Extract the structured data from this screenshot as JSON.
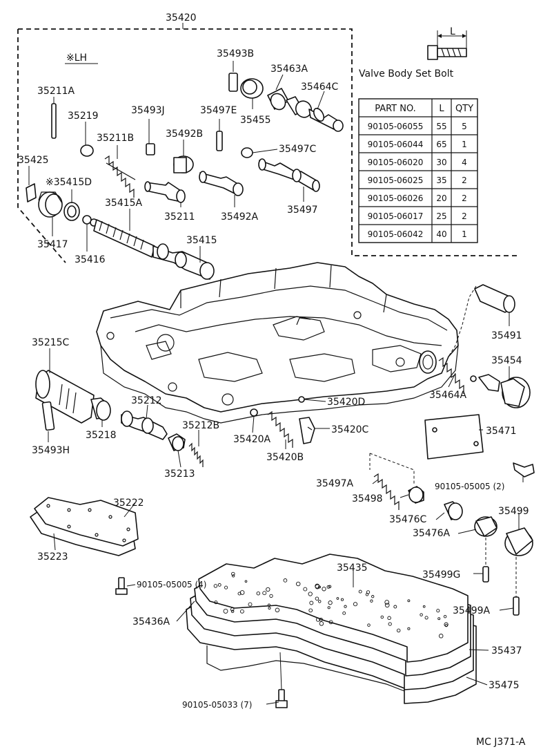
{
  "diagram": {
    "assembly_number": "35420",
    "lh_note": "※LH",
    "bolt_caption": "Valve Body Set Bolt",
    "bolt_dimension_label": "L",
    "drawing_code": "MC  J371-A",
    "bolt_table": {
      "headers": [
        "PART  NO.",
        "L",
        "QTY"
      ],
      "rows": [
        [
          "90105-06055",
          "55",
          "5"
        ],
        [
          "90105-06044",
          "65",
          "1"
        ],
        [
          "90105-06020",
          "30",
          "4"
        ],
        [
          "90105-06025",
          "35",
          "2"
        ],
        [
          "90105-06026",
          "20",
          "2"
        ],
        [
          "90105-06017",
          "25",
          "2"
        ],
        [
          "90105-06042",
          "40",
          "1"
        ]
      ]
    },
    "callouts": {
      "p35493B": "35493B",
      "p35463A": "35463A",
      "p35464C": "35464C",
      "p35455": "35455",
      "p35211A": "35211A",
      "p35219": "35219",
      "p35493J": "35493J",
      "p35497E": "35497E",
      "p35211B": "35211B",
      "p35492B": "35492B",
      "p35497C": "35497C",
      "p35425": "35425",
      "p35415D": "※35415D",
      "p35415A": "35415A",
      "p35211": "35211",
      "p35492A": "35492A",
      "p35497": "35497",
      "p35417": "35417",
      "p35416": "35416",
      "p35415": "35415",
      "p35491": "35491",
      "p35215C": "35215C",
      "p35454": "35454",
      "p35464A": "35464A",
      "p35212": "35212",
      "p35420D": "35420D",
      "p35218": "35218",
      "p35212B": "35212B",
      "p35420C": "35420C",
      "p35493H": "35493H",
      "p35420A": "35420A",
      "p35471": "35471",
      "p35213": "35213",
      "p35420B": "35420B",
      "p90105_05005_2": "90105-05005 (2)",
      "p35497A": "35497A",
      "p35498": "35498",
      "p35222": "35222",
      "p35476C": "35476C",
      "p35499": "35499",
      "p35476A": "35476A",
      "p35223": "35223",
      "p35435": "35435",
      "p35499G": "35499G",
      "p90105_05005_4": "90105-05005 (4)",
      "p35499A": "35499A",
      "p35436A": "35436A",
      "p35437": "35437",
      "p35475": "35475",
      "p90105_05033_7": "90105-05033 (7)"
    }
  }
}
